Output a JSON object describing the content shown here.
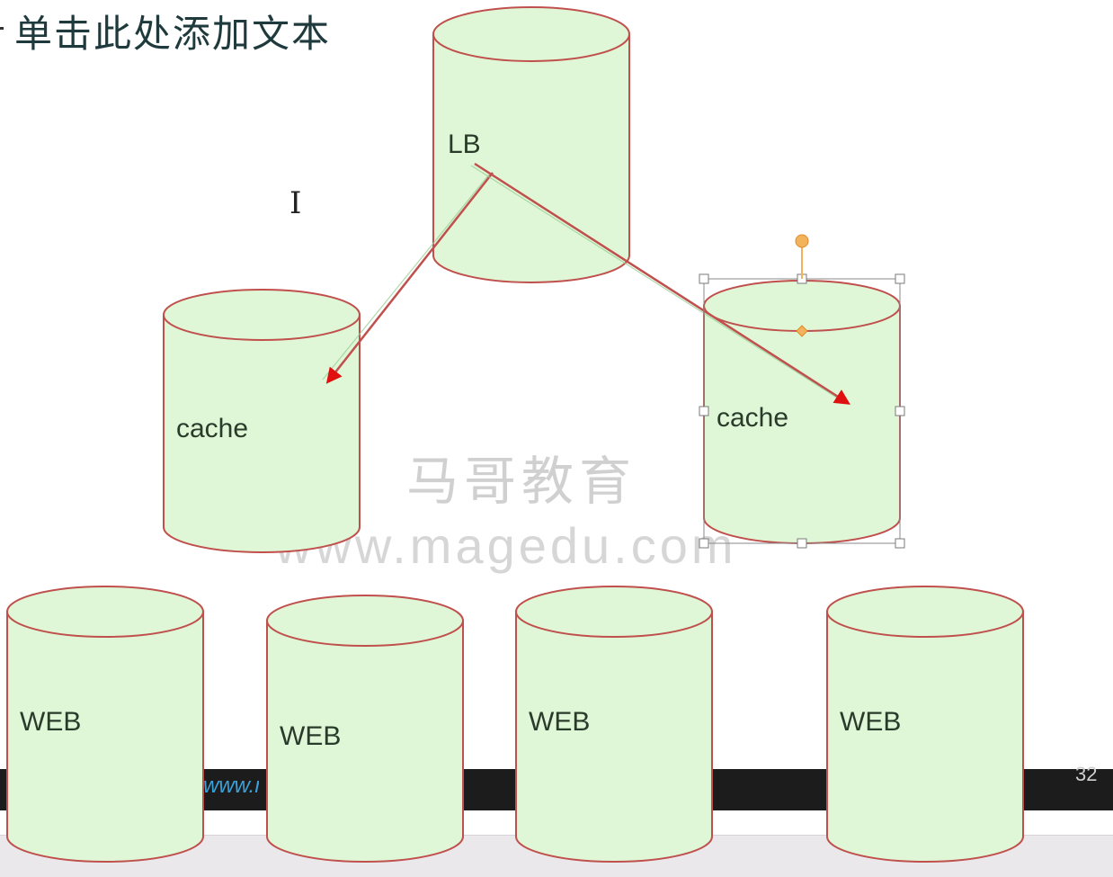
{
  "slide": {
    "title_placeholder": "单击此处添加文本",
    "watermark": {
      "chinese": "马哥教育",
      "url": "www.magedu.com"
    },
    "footer": {
      "url_fragment": "www.m",
      "page_number": "32"
    }
  },
  "diagram": {
    "nodes": [
      {
        "id": "lb",
        "label": "LB"
      },
      {
        "id": "cache-left",
        "label": "cache"
      },
      {
        "id": "cache-right",
        "label": "cache",
        "selected": true
      },
      {
        "id": "web-1",
        "label": "WEB"
      },
      {
        "id": "web-2",
        "label": "WEB"
      },
      {
        "id": "web-3",
        "label": "WEB"
      },
      {
        "id": "web-4",
        "label": "WEB"
      }
    ],
    "edges": [
      {
        "from": "lb",
        "to": "cache-left"
      },
      {
        "from": "lb",
        "to": "cache-right"
      }
    ]
  },
  "colors": {
    "cylinder_fill": "#dff7d6",
    "cylinder_stroke": "#c0504d",
    "arrow": "#c0504d",
    "arrow_head": "#e01010",
    "selection_handle": "#f2b35a"
  }
}
